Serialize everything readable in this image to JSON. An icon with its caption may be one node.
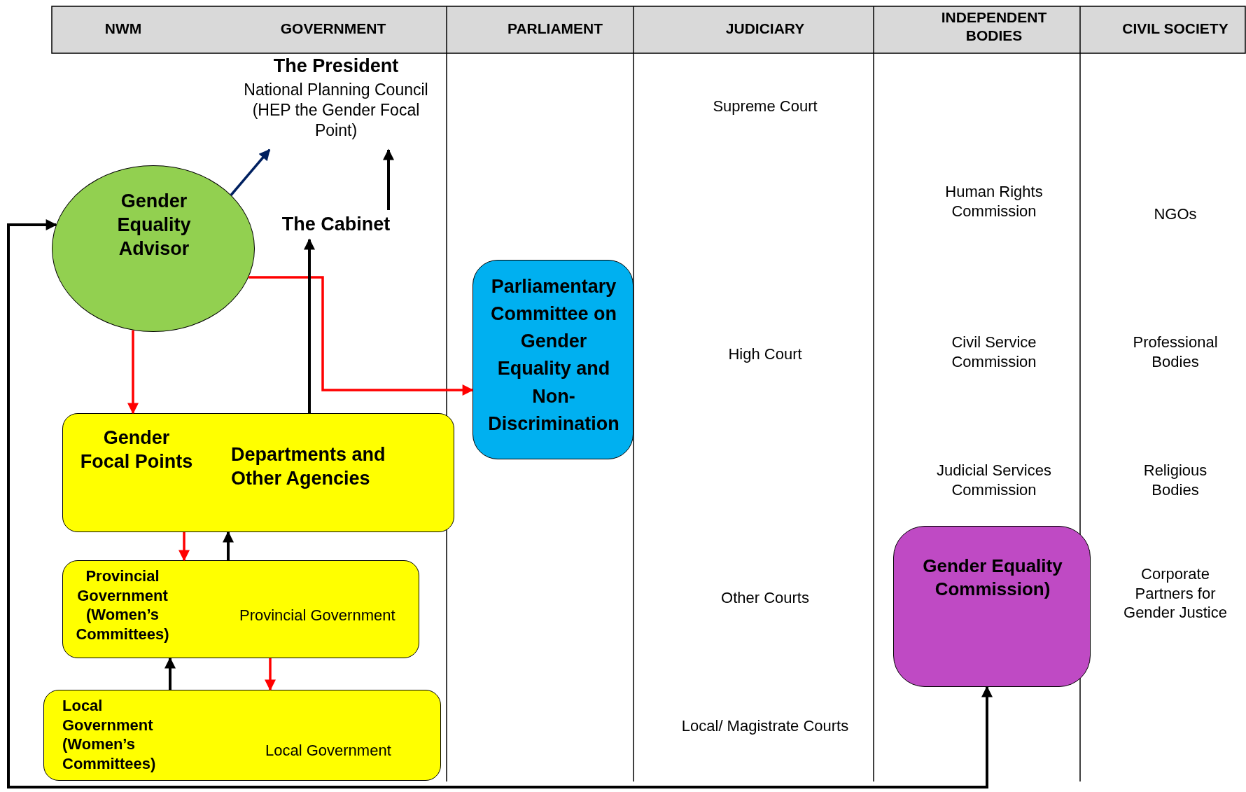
{
  "diagram": {
    "nodes": [
      {
        "text": [
          "The President",
          "National Planning Council (HEP the Gender Focal Point)"
        ]
      },
      {
        "text": [
          "The Cabinet"
        ]
      },
      {
        "text": [
          "Gender Equality Advisor"
        ]
      },
      {
        "text": [
          "Gender Focal Points",
          "Departments and Other Agencies"
        ]
      },
      {
        "text": [
          "Provincial Government (Women’s Committees)",
          "Provincial Government"
        ]
      },
      {
        "text": [
          "Local Government (Women’s Committees)",
          "Local Government"
        ]
      },
      {
        "text": [
          "Parliamentary Committee on Gender Equality and Non-Discrimination"
        ]
      },
      {
        "text": [
          "Gender Equality Commission)"
        ]
      }
    ],
    "edges": [
      {
        "from": 2,
        "to": 0,
        "arrow": "to",
        "color": "#002060"
      },
      {
        "from": 1,
        "to": 0,
        "arrow": "to"
      },
      {
        "from": 2,
        "to": 3,
        "arrow": "to",
        "color": "#ff0000"
      },
      {
        "from": 2,
        "to": 6,
        "arrow": "to",
        "color": "#ff0000"
      },
      {
        "from": 3,
        "to": 1,
        "arrow": "to"
      },
      {
        "from": 3,
        "to": 4,
        "arrow": "to",
        "color": "#ff0000"
      },
      {
        "from": 4,
        "to": 3,
        "arrow": "to"
      },
      {
        "from": 5,
        "to": 4,
        "arrow": "to"
      },
      {
        "from": 4,
        "to": 5,
        "arrow": "to",
        "color": "#ff0000"
      },
      {
        "from": 7,
        "to": 2,
        "arrow": "both"
      }
    ],
    "labels": [
      "NWM",
      "GOVERNMENT",
      "PARLIAMENT",
      "JUDICIARY",
      "INDEPENDENT BODIES",
      "CIVIL SOCIETY",
      "Supreme Court",
      "Human Rights Commission",
      "NGOs",
      "High Court",
      "Civil Service Commission",
      "Professional Bodies",
      "Judicial Services Commission",
      "Religious Bodies",
      "Other Courts",
      "Corporate Partners for Gender Justice",
      "Local/ Magistrate Courts"
    ]
  }
}
